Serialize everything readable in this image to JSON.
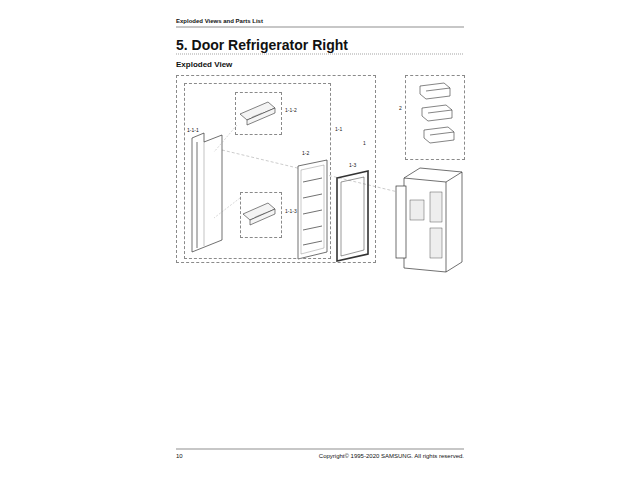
{
  "diagram": {
    "title": "5. Door Refrigerator Right",
    "nodes": [
      {
        "text": [
          "1"
        ]
      },
      {
        "text": [
          "1-1"
        ],
        "in": 0
      },
      {
        "text": [
          "1-1-2"
        ],
        "in": 1
      },
      {
        "text": [
          "1-1-3"
        ],
        "in": 1
      },
      {
        "text": [
          "2"
        ]
      }
    ],
    "labels": [
      "Exploded Views and Parts List",
      "Exploded View",
      "1-1-1",
      "1-2",
      "1-3",
      "10",
      "Copyright© 1995-2020 SAMSUNG. All rights reserved."
    ]
  }
}
